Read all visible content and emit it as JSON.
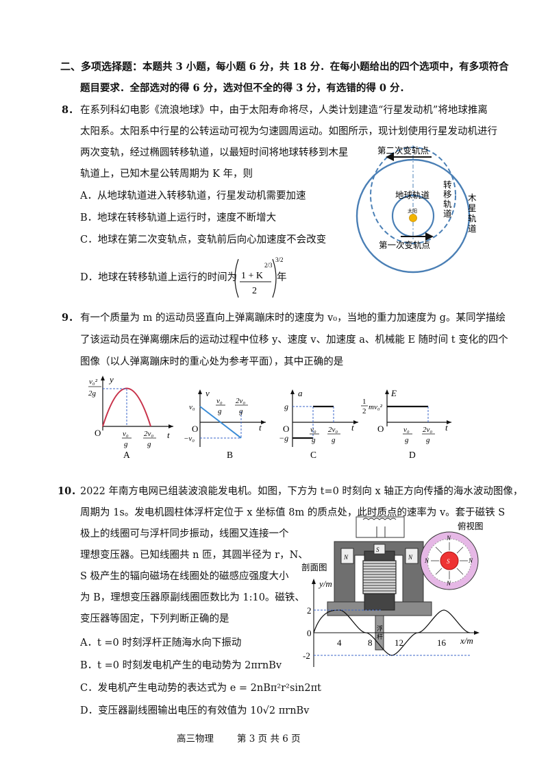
{
  "section": {
    "heading": "二、多项选择题：",
    "line1": "本题共 3 小题，每小题 6 分，共 18 分．在每小题给出的四个选项中，有多项符合",
    "line2": "题目要求．全部选对的得 6 分，选对但不全的得 3 分，有选错的得 0 分．"
  },
  "q8": {
    "number": "8．",
    "lines": [
      "在系列科幻电影《流浪地球》中，由于太阳寿命将尽，人类计划建造“行星发动机”将地球推离",
      "太阳系。太阳系中行星的公转运动可视为匀速圆周运动。如图所示，现计划使用行星发动机进行",
      "两次变轨，经过椭圆转移轨道，以最短时间将地球转移到木星",
      "轨道上，已知木星公转周期为 K 年，则"
    ],
    "options": {
      "A": "A．从地球轨道进入转移轨道，行星发动机需要加速",
      "B": "B．地球在转移轨道上运行时，速度不断增大",
      "C": "C．地球在第二次变轨点，变轨前后向心加速度不会改变",
      "D_prefix": "D．地球在转移轨道上运行的时间为",
      "D_num": "1 + K",
      "D_exp": "2/3",
      "D_den": "2",
      "D_outer_exp": "3/2",
      "D_suffix": "年"
    },
    "figure": {
      "second_point": "第二次变轨点",
      "first_point": "第一次变轨点",
      "earth_orbit": "地球轨道",
      "sun": "太阳",
      "transfer_orbit": [
        "转",
        "移",
        "轨",
        "道"
      ],
      "jupiter_orbit": [
        "木",
        "星",
        "轨",
        "道"
      ]
    }
  },
  "q9": {
    "number": "9．",
    "lines": [
      "有一个质量为 m 的运动员竖直向上弹离蹦床时的速度为 v₀，当地的重力加速度为 g。某同学描绘",
      "了该运动员在弹离绷床后的运动过程中位移 y、速度 v、加速度 a、机械能 E 随时间 t 变化的四个",
      "图像（以人弹离蹦床时的重心处为参考平面），其中正确的是"
    ],
    "graphs": {
      "A": {
        "caption": "A",
        "ylabel": "y",
        "xlabel": "t",
        "origin": "O",
        "ymark_num": "v₀²",
        "ymark_den": "2g",
        "t1_num": "v₀",
        "t1_den": "g",
        "t2_num": "2v₀",
        "t2_den": "g"
      },
      "B": {
        "caption": "B",
        "ylabel": "v",
        "xlabel": "t",
        "origin": "O",
        "ytop": "v₀",
        "ybot": "−v₀",
        "t1_num": "v₀",
        "t1_den": "g",
        "t2_num": "2v₀",
        "t2_den": "g"
      },
      "C": {
        "caption": "C",
        "ylabel": "a",
        "xlabel": "t",
        "origin": "O",
        "ytop": "g",
        "ybot": "−g",
        "t1_num": "v₀",
        "t1_den": "g",
        "t2_num": "2v₀",
        "t2_den": "g"
      },
      "D": {
        "caption": "D",
        "ylabel": "E",
        "xlabel": "t",
        "origin": "O",
        "ymark_num": "1",
        "ymark_den": "2",
        "ymark_tail": "mv₀²",
        "t1_num": "v₀",
        "t1_den": "g",
        "t2_num": "2v₀",
        "t2_den": "g"
      }
    }
  },
  "q10": {
    "number": "10．",
    "lines": [
      "2022 年南方电网已组装波浪能发电机。如图，下方为 t=0 时刻向 x 轴正方向传播的海水波动图像，",
      "周期为 1s。发电机圆柱体浮杆定位于 x 坐标值 8m 的质点处，此时质点的速率为 v。套于磁铁 S",
      "极上的线圈可与浮杆同步振动，线圈又连接一个",
      "理想变压器。已知线圈共 n 匝，其圆半径为 r，N、",
      "S 极产生的辐向磁场在线圈处的磁感应强度大小",
      "为 B，理想变压器原副线圈匝数比为 1:10。磁铁、",
      "变压器等固定，下列判断正确的是"
    ],
    "options": {
      "A": "A．t =0 时刻浮杆正随海水向下振动",
      "B": "B．t =0 时刻发电机产生的电动势为 2πrnBv",
      "C": "C．发电机产生电动势的表达式为 e = 2nBπ²r²sin2πt",
      "D": "D．变压器副线圈输出电压的有效值为 10√2 πrnBv"
    },
    "figure": {
      "top_view": "俯视图",
      "section_view": "剖面图",
      "float": [
        "浮",
        "杆"
      ],
      "ylabel": "y/m",
      "xlabel": "x/m",
      "origin": "0",
      "y2": "2",
      "ym2": "-2",
      "x_ticks": [
        "4",
        "8",
        "12",
        "16"
      ],
      "N": "N",
      "S": "S"
    }
  },
  "footer": {
    "subject": "高三物理",
    "page": "第 3 页 共 6 页"
  }
}
